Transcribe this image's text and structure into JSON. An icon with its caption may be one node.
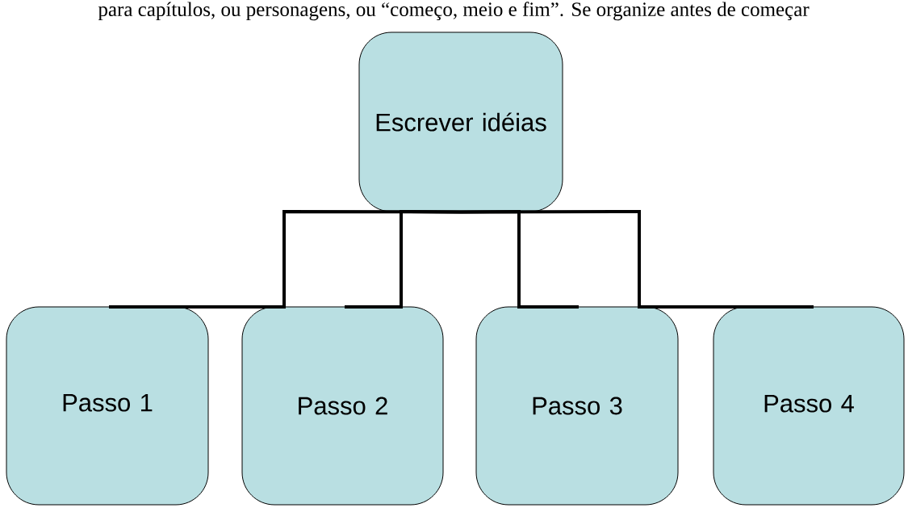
{
  "diagram": {
    "nodes": [
      {
        "text": [
          "Escrever idéias"
        ]
      },
      {
        "text": [
          "Passo 1"
        ]
      },
      {
        "text": [
          "Passo 2"
        ]
      },
      {
        "text": [
          "Passo 3"
        ]
      },
      {
        "text": [
          "Passo 4"
        ]
      }
    ],
    "edges": [
      {
        "from": 0,
        "to": 1,
        "arrow": "none"
      },
      {
        "from": 0,
        "to": 2,
        "arrow": "none"
      },
      {
        "from": 0,
        "to": 3,
        "arrow": "none"
      },
      {
        "from": 0,
        "to": 4,
        "arrow": "none"
      }
    ],
    "labels": [
      "para capítulos, ou personagens, ou “começo, meio e fim”. Se organize antes de começar"
    ]
  }
}
